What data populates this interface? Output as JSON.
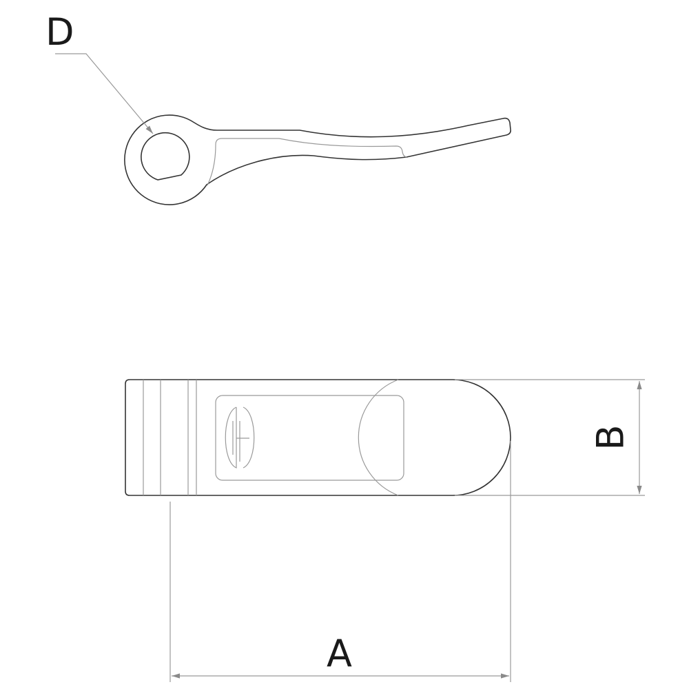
{
  "labels": {
    "a": "A",
    "b": "B",
    "d": "D"
  },
  "colors": {
    "outline": "#333333",
    "detail": "#999999",
    "arrow": "#8a8a8a"
  }
}
